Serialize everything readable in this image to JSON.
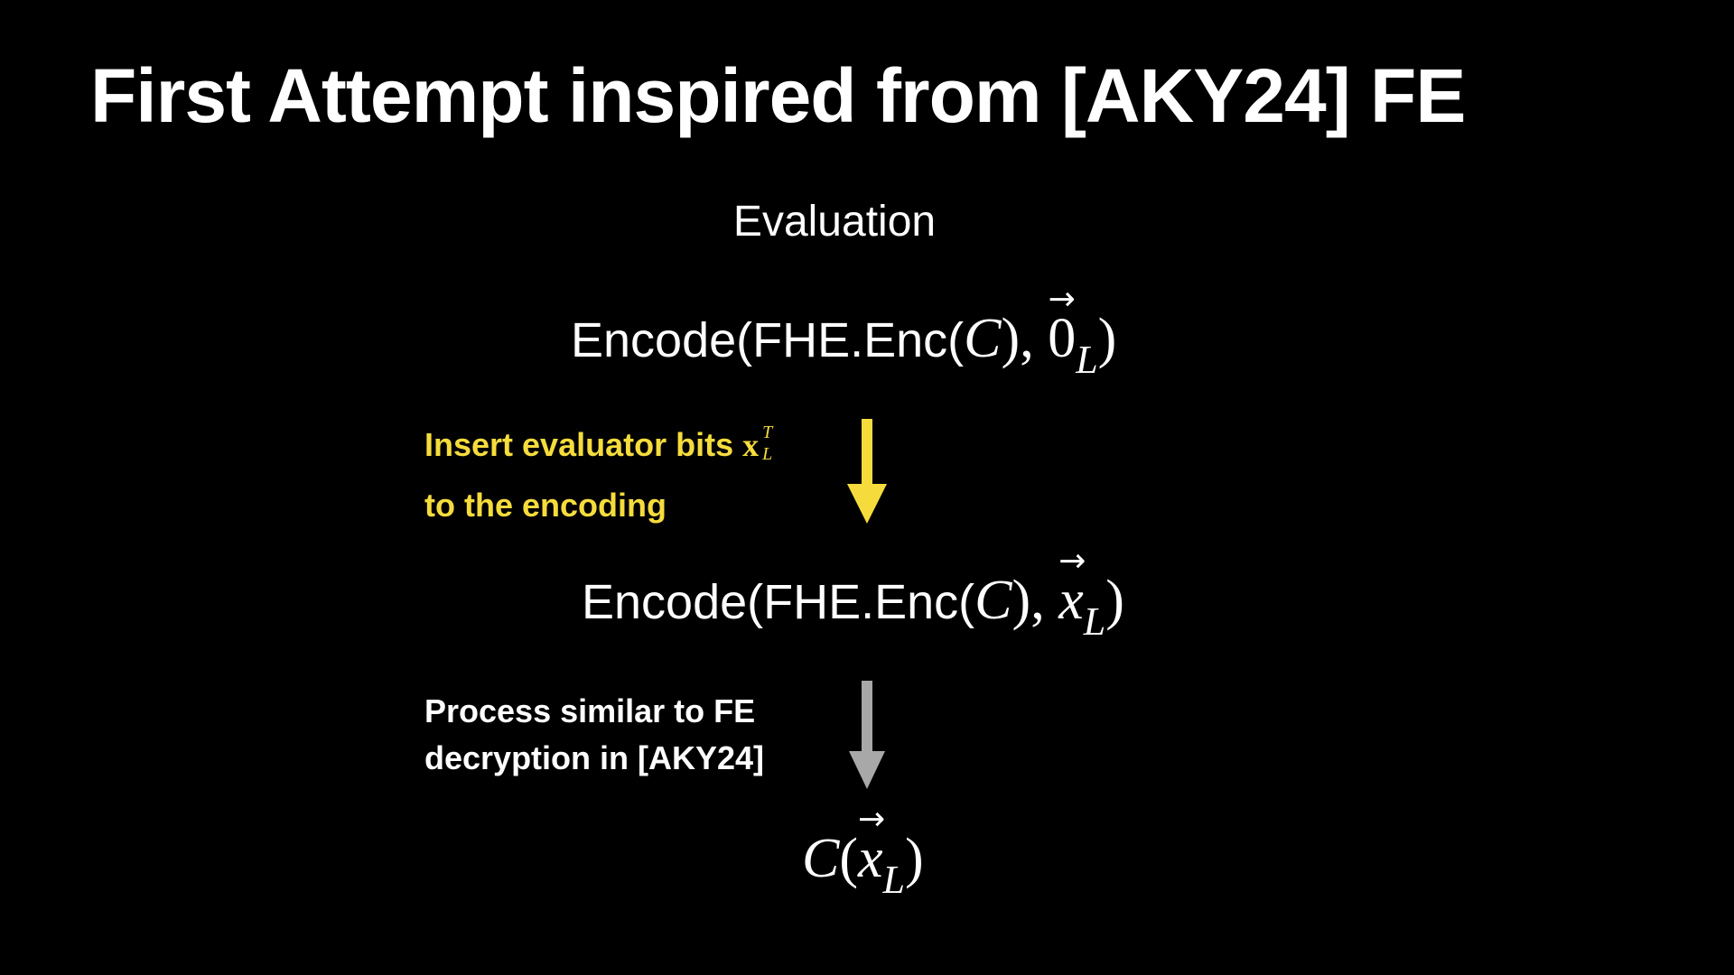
{
  "title": "First Attempt inspired from [AKY24] FE",
  "subtitle": "Evaluation",
  "formulas": {
    "encode_zero": {
      "prefix": "Encode(FHE.Enc(",
      "c": "C",
      "close_c": ")",
      "comma": ", ",
      "vec_symbol": "0",
      "vec_arrow": "→",
      "subscript": "L",
      "close": ")"
    },
    "encode_x": {
      "prefix": "Encode(FHE.Enc(",
      "c": "C",
      "close_c": ")",
      "comma": ", ",
      "vec_symbol": "x",
      "vec_arrow": "→",
      "subscript": "L",
      "close": ")"
    },
    "result": {
      "c": "C",
      "open": "(",
      "vec_symbol": "x",
      "vec_arrow": "→",
      "subscript": "L",
      "close": ")"
    }
  },
  "steps": {
    "insert": {
      "line1": "Insert evaluator bits ",
      "symbol": "x",
      "symbol_sup": "T",
      "symbol_sub": "L",
      "line2": "to the encoding",
      "color": "#f5dc3c"
    },
    "process": {
      "line1": "Process similar to FE",
      "line2": "decryption in [AKY24]",
      "arrow_color": "#a8a8a8"
    }
  }
}
